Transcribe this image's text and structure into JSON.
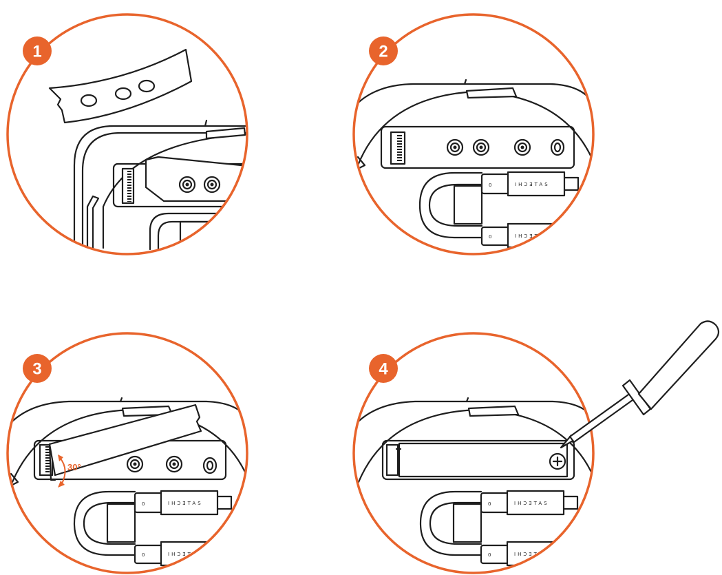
{
  "steps": [
    {
      "number": "1"
    },
    {
      "number": "2"
    },
    {
      "number": "3",
      "angle_label": "30°"
    },
    {
      "number": "4"
    }
  ],
  "cable_brand": "SATECHI",
  "cable_brand_mirrored": "IHƆƎTAS",
  "connector_mark": "0",
  "accent_color": "#e8642c",
  "line_color": "#1e1e1e",
  "icons": [
    "thermal-pad-icon",
    "ssd-card-icon",
    "screwdriver-icon",
    "screw-icon",
    "rotation-arrow-icon"
  ]
}
